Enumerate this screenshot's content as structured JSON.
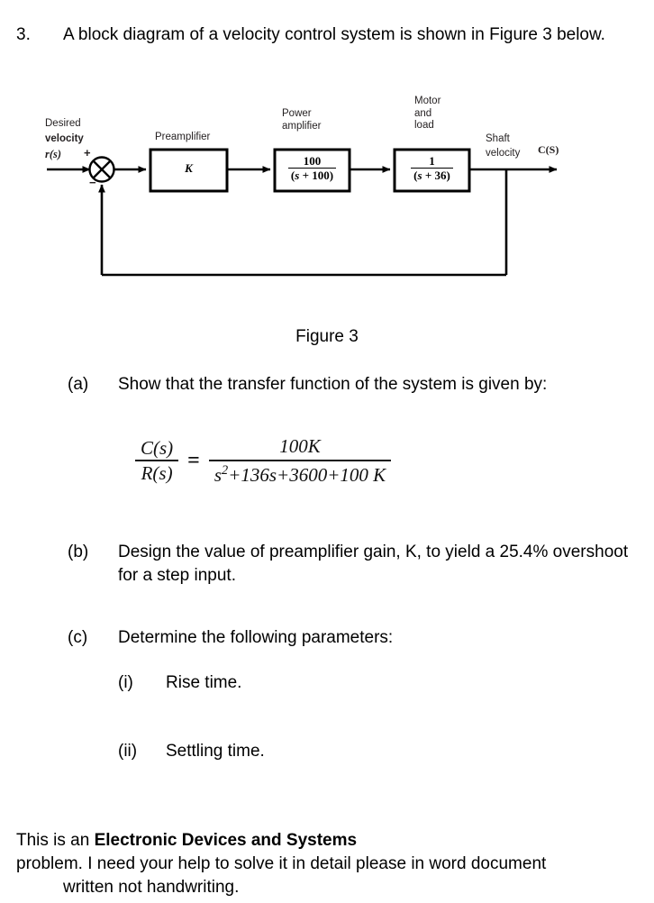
{
  "question": {
    "number": "3.",
    "text": "A block diagram of a velocity control system is shown in Figure 3 below."
  },
  "diagram": {
    "input_label_line1": "Desired",
    "input_label_line2": "velocity",
    "input_signal": "r(s)",
    "sum_plus": "+",
    "sum_minus": "−",
    "preamp_label": "Preamplifier",
    "preamp_gain": "K",
    "power_amp_label": "Power\namplifier",
    "power_amp_num": "100",
    "power_amp_den_open": "(",
    "power_amp_den_s": "s",
    "power_amp_den_plus": " + ",
    "power_amp_den_val": "100",
    "power_amp_den_close": ")",
    "motor_label": "Motor\nand\nload",
    "motor_num": "1",
    "motor_den_open": "(",
    "motor_den_s": "s",
    "motor_den_plus": " + ",
    "motor_den_val": "36",
    "motor_den_close": ")",
    "output_label_line1": "Shaft",
    "output_label_line2": "velocity",
    "output_signal": "C(S)"
  },
  "figure_caption": "Figure 3",
  "parts": {
    "a": {
      "tag": "(a)",
      "text": "Show that the transfer function of the system is given by:"
    },
    "b": {
      "tag": "(b)",
      "text": "Design the value of preamplifier gain, K, to yield a 25.4% overshoot for a step input."
    },
    "c": {
      "tag": "(c)",
      "text": "Determine the following parameters:"
    },
    "c_i": {
      "tag": "(i)",
      "text": "Rise time."
    },
    "c_ii": {
      "tag": "(ii)",
      "text": "Settling time."
    }
  },
  "equation": {
    "lhs_num": "C(s)",
    "lhs_den": "R(s)",
    "equals": "=",
    "rhs_num": "100K",
    "rhs_den_s": "s",
    "rhs_den_exp": "2",
    "rhs_den_rest": "+136s+3600+100 K"
  },
  "footer": {
    "line1_plain": "This is an ",
    "line1_bold": "Electronic Devices and Systems",
    "line2": "problem. I need your help to solve it in detail please in word document",
    "line3": "written not handwriting."
  },
  "colors": {
    "ink": "#000000",
    "label_ink": "#231f20",
    "page": "#ffffff"
  }
}
